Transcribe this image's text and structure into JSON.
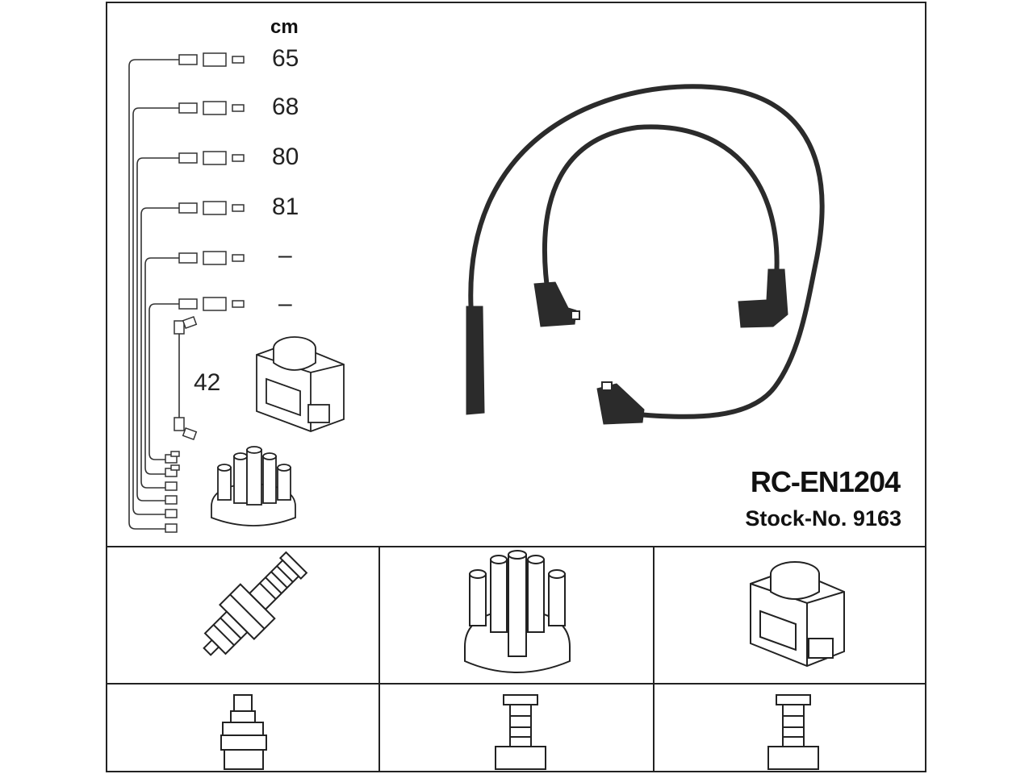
{
  "diagram": {
    "unit_label": "cm",
    "lengths": [
      "65",
      "68",
      "80",
      "81",
      "–",
      "–"
    ],
    "coil_lead_length": "42",
    "part_number": "RC-EN1204",
    "stock_number": "Stock-No. 9163"
  },
  "icons": {
    "lead_set": "ignition-lead-set-icon",
    "spark_plug": "spark-plug-icon",
    "distributor_cap": "distributor-cap-icon",
    "ignition_coil": "ignition-coil-icon"
  }
}
